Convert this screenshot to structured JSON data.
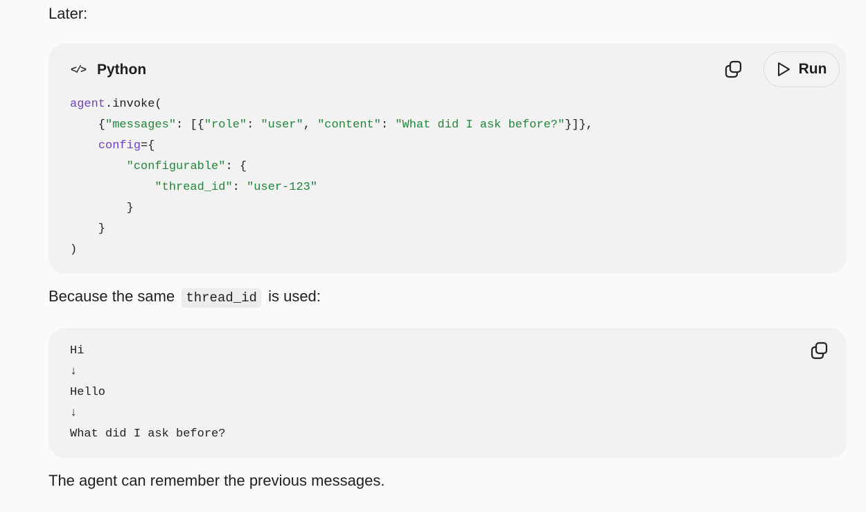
{
  "text": {
    "later": "Later:",
    "because_before": "Because the same",
    "because_code": "thread_id",
    "because_after": "is used:",
    "final": "The agent can remember the previous messages."
  },
  "python_block": {
    "language_icon": "code-icon",
    "language": "Python",
    "copy_icon": "copy-icon",
    "run_icon": "play-icon",
    "run_label": "Run",
    "lines": [
      [
        {
          "t": "name",
          "v": "agent"
        },
        {
          "t": "plain",
          "v": ".invoke("
        }
      ],
      [
        {
          "t": "plain",
          "v": "    {"
        },
        {
          "t": "str",
          "v": "\"messages\""
        },
        {
          "t": "plain",
          "v": ": [{"
        },
        {
          "t": "str",
          "v": "\"role\""
        },
        {
          "t": "plain",
          "v": ": "
        },
        {
          "t": "str",
          "v": "\"user\""
        },
        {
          "t": "plain",
          "v": ", "
        },
        {
          "t": "str",
          "v": "\"content\""
        },
        {
          "t": "plain",
          "v": ": "
        },
        {
          "t": "str",
          "v": "\"What did I ask before?\""
        },
        {
          "t": "plain",
          "v": "}]},"
        }
      ],
      [
        {
          "t": "plain",
          "v": "    "
        },
        {
          "t": "name",
          "v": "config"
        },
        {
          "t": "plain",
          "v": "={"
        }
      ],
      [
        {
          "t": "plain",
          "v": "        "
        },
        {
          "t": "str",
          "v": "\"configurable\""
        },
        {
          "t": "plain",
          "v": ": {"
        }
      ],
      [
        {
          "t": "plain",
          "v": "            "
        },
        {
          "t": "str",
          "v": "\"thread_id\""
        },
        {
          "t": "plain",
          "v": ": "
        },
        {
          "t": "str",
          "v": "\"user-123\""
        }
      ],
      [
        {
          "t": "plain",
          "v": "        }"
        }
      ],
      [
        {
          "t": "plain",
          "v": "    }"
        }
      ],
      [
        {
          "t": "plain",
          "v": ")"
        }
      ]
    ]
  },
  "plain_block": {
    "copy_icon": "copy-icon",
    "lines": [
      "Hi",
      "↓",
      "Hello",
      "↓",
      "What did I ask before?"
    ]
  }
}
